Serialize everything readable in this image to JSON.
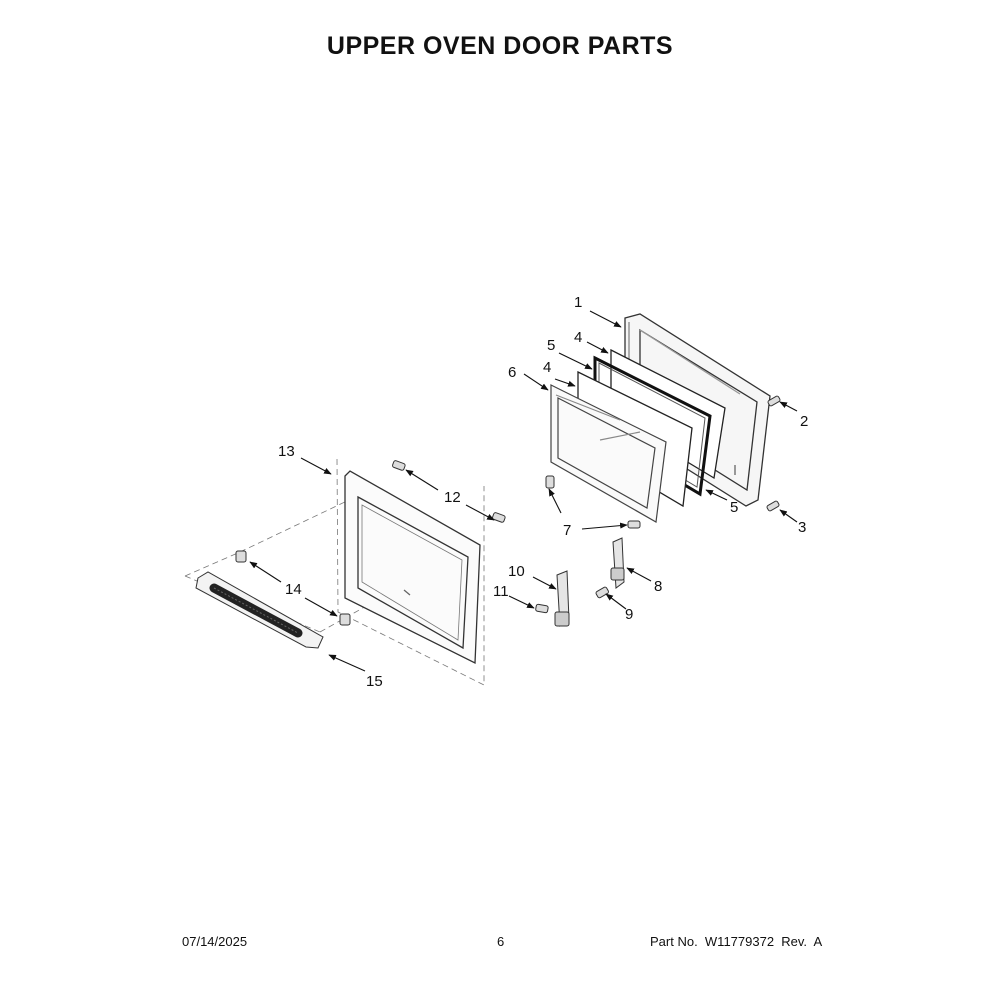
{
  "title": "UPPER OVEN DOOR PARTS",
  "callouts": {
    "c1": "1",
    "c2": "2",
    "c3": "3",
    "c4a": "4",
    "c4b": "4",
    "c5a": "5",
    "c5b": "5",
    "c6": "6",
    "c7": "7",
    "c8": "8",
    "c9": "9",
    "c10": "10",
    "c11": "11",
    "c12": "12",
    "c13": "13",
    "c14": "14",
    "c15": "15"
  },
  "footer": {
    "date": "07/14/2025",
    "page": "6",
    "part": "Part No.  W11779372  Rev.  A"
  }
}
